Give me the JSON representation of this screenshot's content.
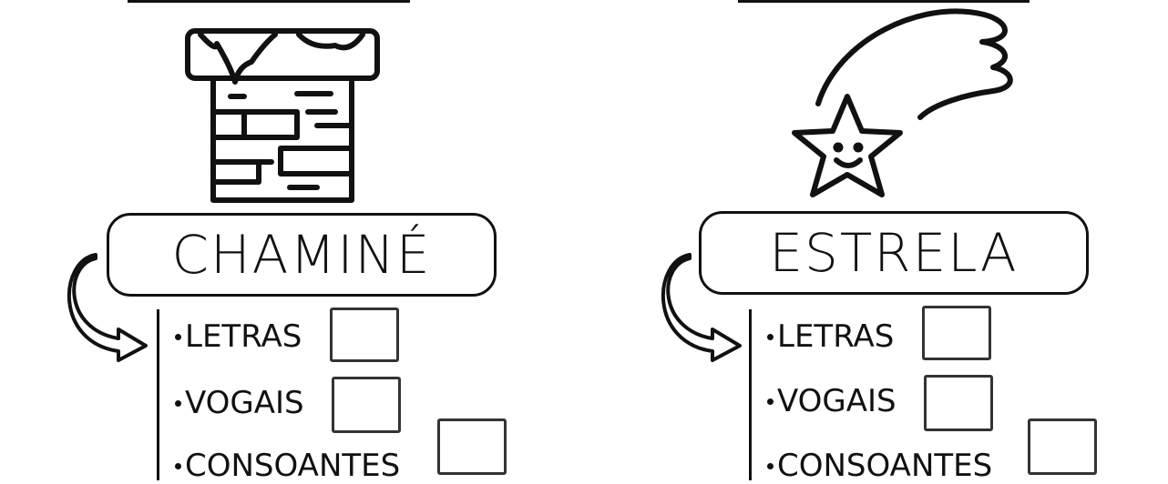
{
  "colors": {
    "ink": "#111111",
    "paper": "#ffffff"
  },
  "cards": [
    {
      "word": "CHAMINÉ",
      "icon": "chimney-icon",
      "items": [
        {
          "label": "LETRAS"
        },
        {
          "label": "VOGAIS"
        },
        {
          "label": "CONSOANTES"
        }
      ]
    },
    {
      "word": "ESTRELA",
      "icon": "shooting-star-icon",
      "items": [
        {
          "label": "LETRAS"
        },
        {
          "label": "VOGAIS"
        },
        {
          "label": "CONSOANTES"
        }
      ]
    }
  ]
}
